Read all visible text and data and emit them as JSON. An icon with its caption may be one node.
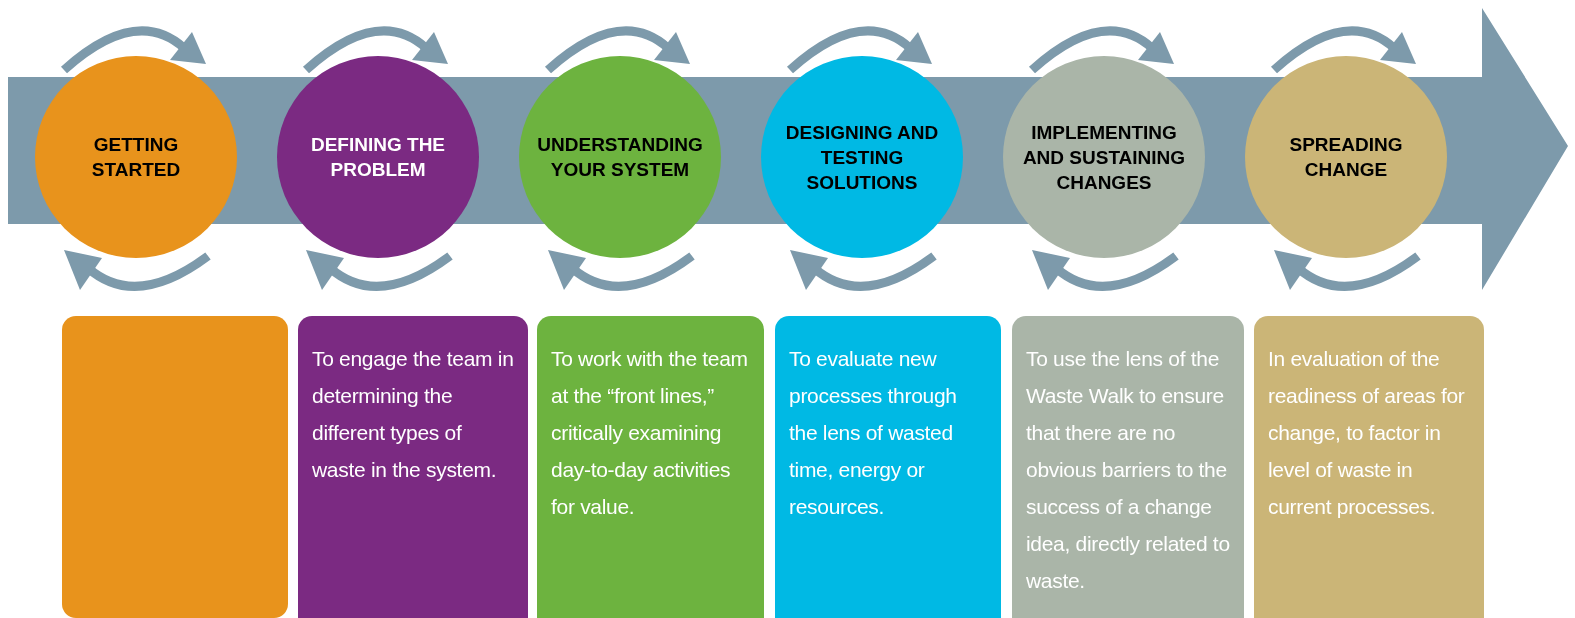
{
  "diagram": {
    "nodes": [
      {
        "text": [
          "GETTING STARTED"
        ]
      },
      {
        "text": [
          "DEFINING THE PROBLEM"
        ]
      },
      {
        "text": [
          "UNDERSTANDING YOUR SYSTEM"
        ]
      },
      {
        "text": [
          "DESIGNING AND TESTING SOLUTIONS"
        ]
      },
      {
        "text": [
          "IMPLEMENTING AND SUSTAINING CHANGES"
        ]
      },
      {
        "text": [
          "SPREADING CHANGE"
        ]
      },
      {
        "text": [],
        "shape": "box"
      },
      {
        "text": [
          "To engage the team in determining the different types of waste in the system."
        ]
      },
      {
        "text": [
          "To work with the team at the “front lines,” critically examining day-to-day activities for value."
        ]
      },
      {
        "text": [
          "To evaluate new processes through the lens of wasted time, energy or resources."
        ]
      },
      {
        "text": [
          "To use the lens of the Waste Walk to ensure that there are no obvious barriers to the success of a change idea, directly related to waste."
        ]
      },
      {
        "text": [
          "In evaluation of the readiness of areas for change, to factor in level of waste in current processes."
        ]
      }
    ]
  }
}
